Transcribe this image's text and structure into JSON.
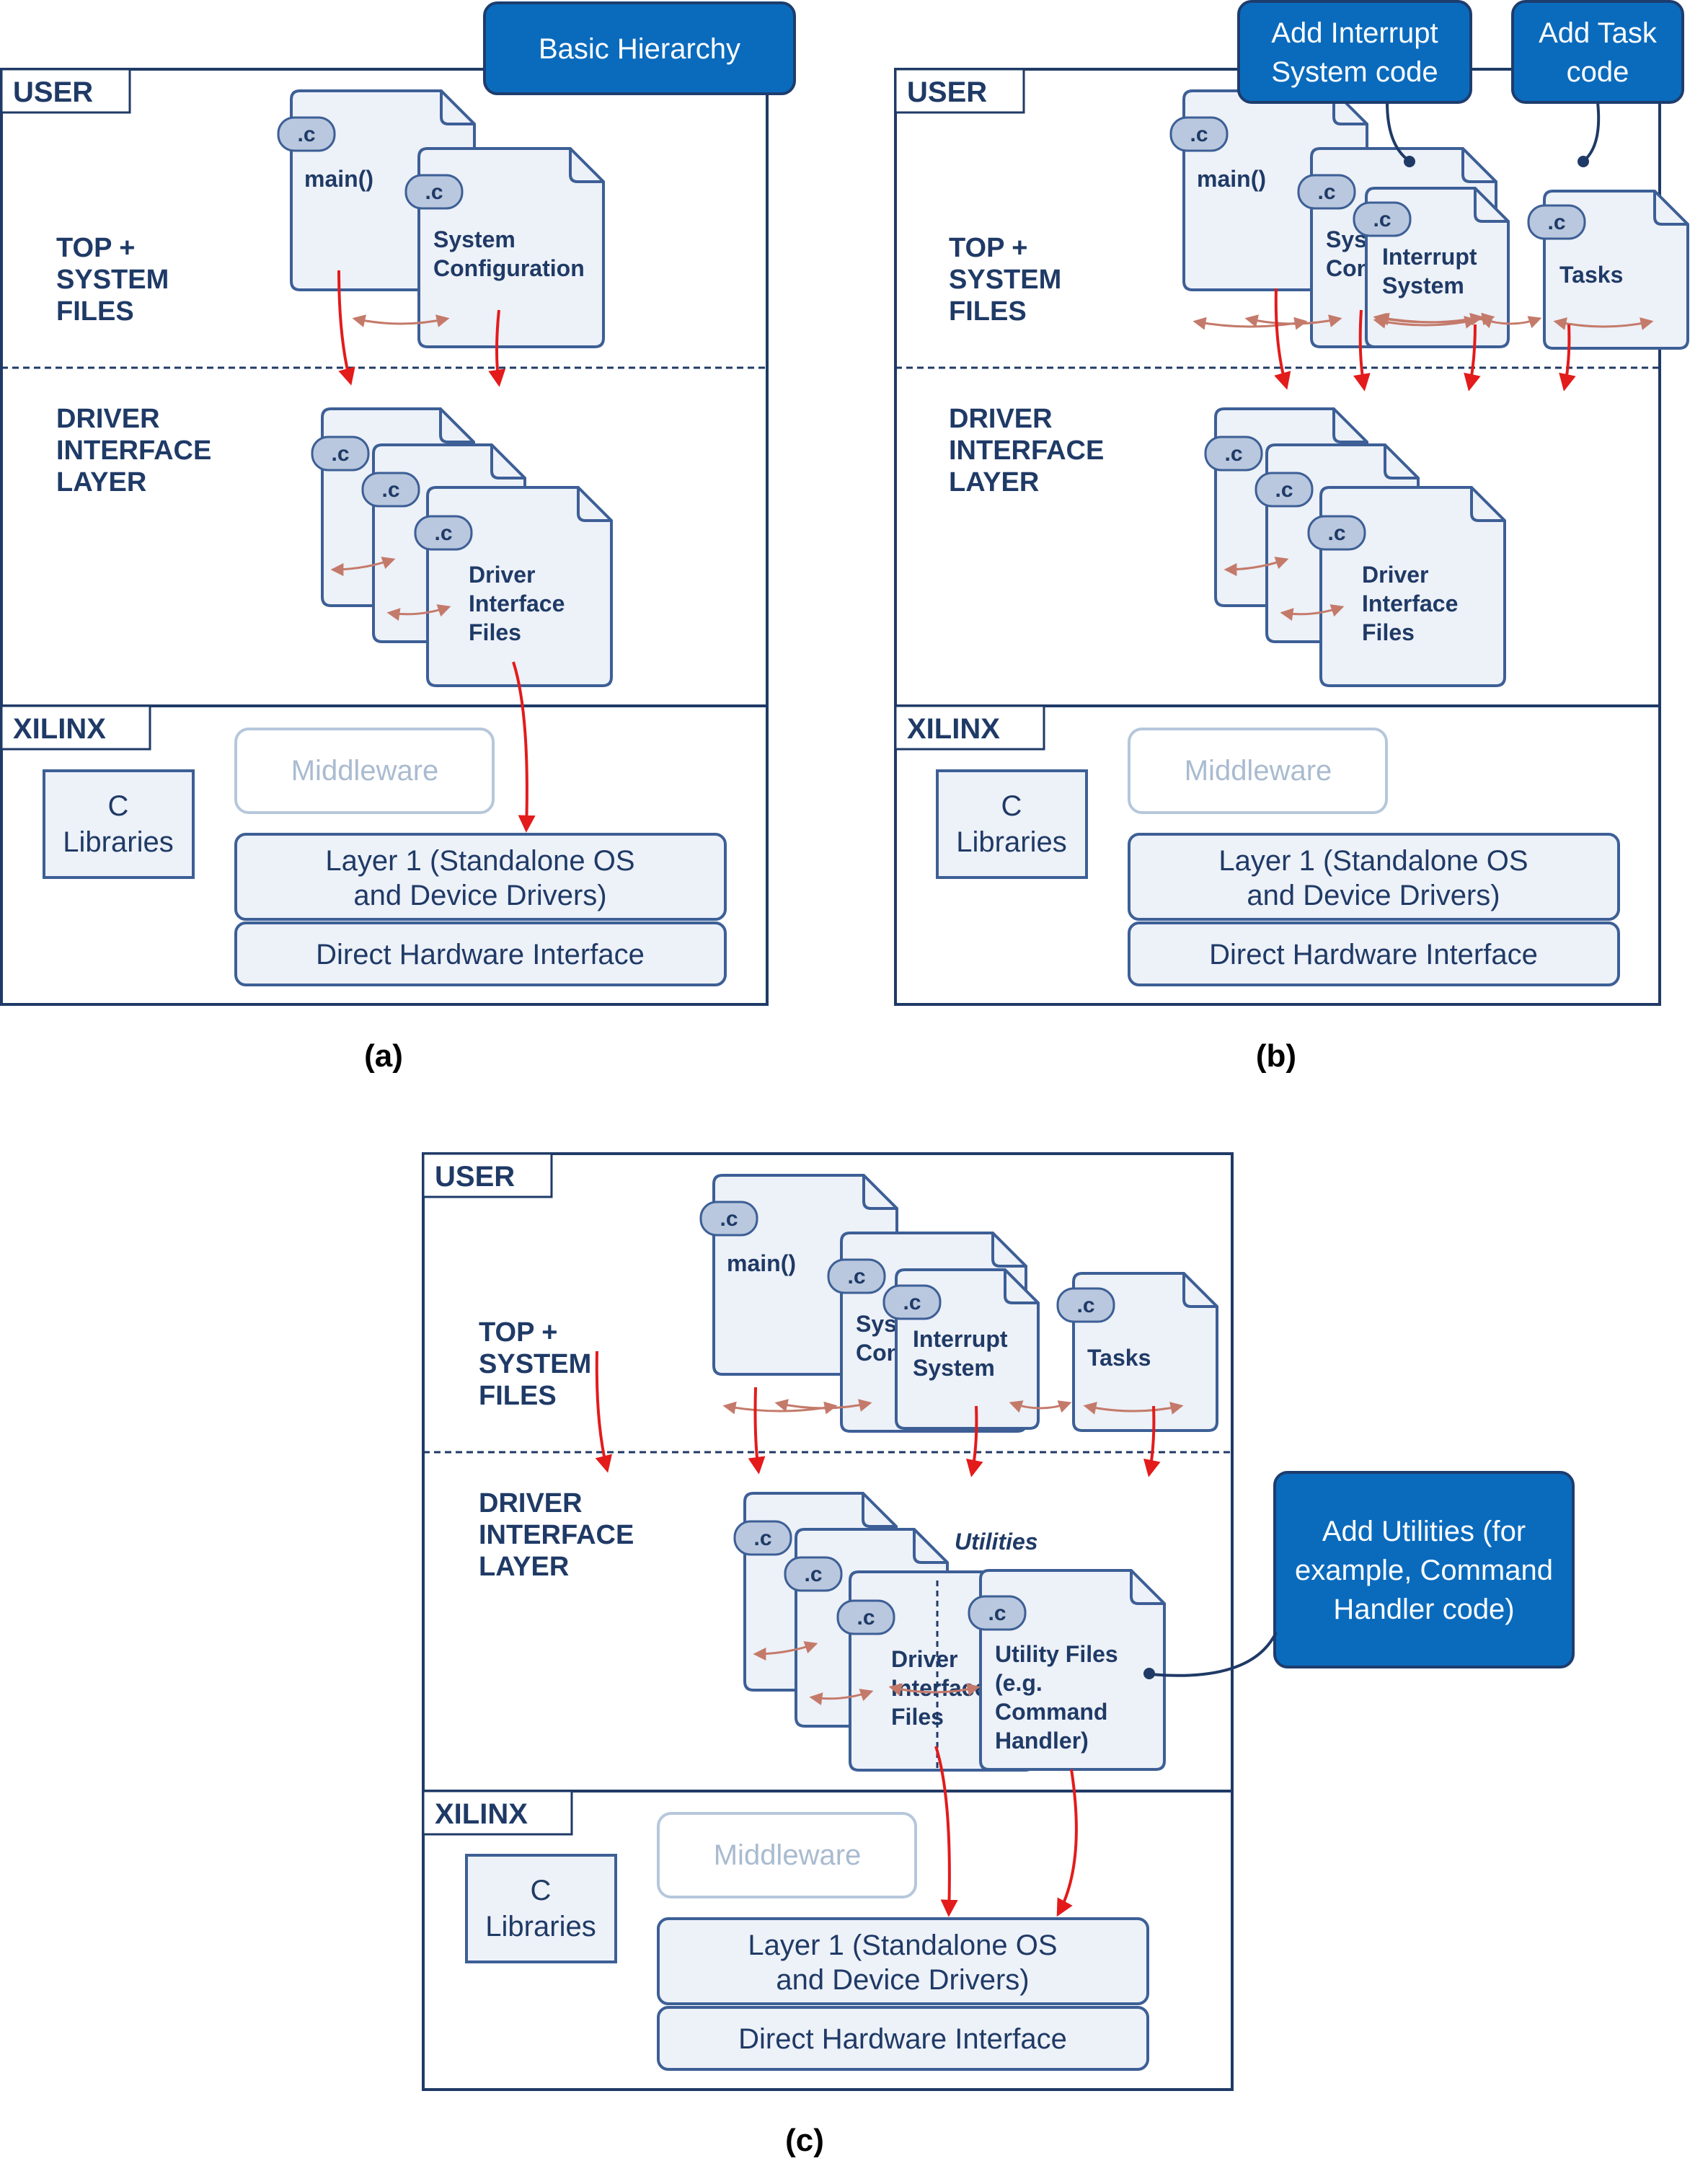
{
  "panels": [
    {
      "id": "a",
      "caption": "(a)",
      "callouts": [
        "Basic Hierarchy"
      ],
      "user": "USER",
      "top_label": [
        "TOP +",
        "SYSTEM",
        "FILES"
      ],
      "driver_label": [
        "DRIVER",
        "INTERFACE",
        "LAYER"
      ],
      "xilinx": "XILINX",
      "ext": ".c",
      "main": "main()",
      "sysconf": [
        "System",
        "Configuration"
      ],
      "driver_files": [
        "Driver",
        "Interface",
        "Files"
      ],
      "middleware": "Middleware",
      "clib": [
        "C",
        "Libraries"
      ],
      "layer1": [
        "Layer 1 (Standalone OS",
        "and Device Drivers)"
      ],
      "dhi": "Direct Hardware Interface"
    },
    {
      "id": "b",
      "caption": "(b)",
      "callouts": [
        [
          "Add Interrupt",
          "System code"
        ],
        [
          "Add Task",
          "code"
        ]
      ],
      "user": "USER",
      "top_label": [
        "TOP +",
        "SYSTEM",
        "FILES"
      ],
      "driver_label": [
        "DRIVER",
        "INTERFACE",
        "LAYER"
      ],
      "xilinx": "XILINX",
      "ext": ".c",
      "main": "main()",
      "sysconf": [
        "System",
        "Configuration"
      ],
      "interrupt": [
        "Interrupt",
        "System"
      ],
      "tasks": "Tasks",
      "driver_files": [
        "Driver",
        "Interface",
        "Files"
      ],
      "middleware": "Middleware",
      "clib": [
        "C",
        "Libraries"
      ],
      "layer1": [
        "Layer 1 (Standalone OS",
        "and Device Drivers)"
      ],
      "dhi": "Direct Hardware Interface"
    },
    {
      "id": "c",
      "caption": "(c)",
      "callouts": [
        [
          "Add Utilities (for",
          "example, Command",
          "Handler code)"
        ]
      ],
      "user": "USER",
      "top_label": [
        "TOP +",
        "SYSTEM",
        "FILES"
      ],
      "driver_label": [
        "DRIVER",
        "INTERFACE",
        "LAYER"
      ],
      "xilinx": "XILINX",
      "ext": ".c",
      "main": "main()",
      "sysconf": [
        "System",
        "Configuration"
      ],
      "interrupt": [
        "Interrupt",
        "System"
      ],
      "tasks": "Tasks",
      "utilities_heading": "Utilities",
      "utility_files": [
        "Utility Files",
        "(e.g.",
        "Command",
        "Handler)"
      ],
      "driver_files": [
        "Driver",
        "Interface",
        "Files"
      ],
      "middleware": "Middleware",
      "clib": [
        "C",
        "Libraries"
      ],
      "layer1": [
        "Layer 1 (Standalone OS",
        "and Device Drivers)"
      ],
      "dhi": "Direct Hardware Interface"
    }
  ],
  "colors": {
    "navy": "#1f3a66",
    "box_border": "#3d5f96",
    "box_fill": "#edf1f8",
    "callout_fill": "#0a6bbd",
    "callout_border": "#1d3d6e",
    "red_arrow": "#e31b1b",
    "pink_arrow": "#c47a6a",
    "middleware_border": "#b6c7db",
    "middleware_text": "#a9bbd0"
  }
}
